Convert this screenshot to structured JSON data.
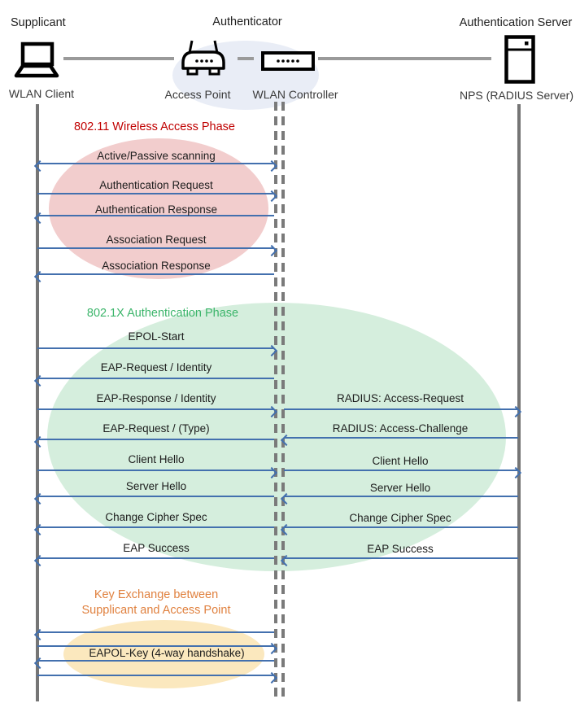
{
  "actors": {
    "supplicant": {
      "role": "Supplicant",
      "device": "WLAN Client"
    },
    "authenticator": {
      "role": "Authenticator",
      "ap": "Access Point",
      "controller": "WLAN Controller"
    },
    "auth_server": {
      "role": "Authentication Server",
      "device": "NPS (RADIUS Server)"
    }
  },
  "phases": {
    "p80211": {
      "title": "802.11 Wireless Access Phase",
      "title_color": "#C00000",
      "fill": "#F2CDCD"
    },
    "p8021x": {
      "title": "802.1X Authentication Phase",
      "title_color": "#3BB56A",
      "fill": "#D5EEDD"
    },
    "key_exchange": {
      "title_line1": "Key Exchange between",
      "title_line2": "Supplicant and Access Point",
      "title_color": "#E0813F",
      "fill": "#FBE8BE",
      "key_label": "EAPOL-Key (4-way handshake)"
    }
  },
  "messages": {
    "client_to_controller": [
      {
        "label": "Active/Passive scanning",
        "direction": "both"
      },
      {
        "label": "Authentication Request",
        "direction": "right"
      },
      {
        "label": "Authentication Response",
        "direction": "left"
      },
      {
        "label": "Association Request",
        "direction": "right"
      },
      {
        "label": "Association Response",
        "direction": "left"
      },
      {
        "label": "EPOL-Start",
        "direction": "right"
      },
      {
        "label": "EAP-Request / Identity",
        "direction": "left"
      },
      {
        "label": "EAP-Response / Identity",
        "direction": "right"
      },
      {
        "label": "EAP-Request / (Type)",
        "direction": "left"
      },
      {
        "label": "Client Hello",
        "direction": "right"
      },
      {
        "label": "Server Hello",
        "direction": "left"
      },
      {
        "label": "Change Cipher Spec",
        "direction": "left"
      },
      {
        "label": "EAP Success",
        "direction": "left"
      }
    ],
    "controller_to_server": [
      {
        "label": "RADIUS: Access-Request",
        "direction": "right"
      },
      {
        "label": "RADIUS: Access-Challenge",
        "direction": "left"
      },
      {
        "label": "Client Hello",
        "direction": "right"
      },
      {
        "label": "Server Hello",
        "direction": "left"
      },
      {
        "label": "Change Cipher Spec",
        "direction": "left"
      },
      {
        "label": "EAP Success",
        "direction": "left"
      }
    ],
    "key_exchange_arrow_directions": [
      "left",
      "right",
      "left",
      "right"
    ]
  },
  "colors": {
    "arrow": "#4370AE",
    "lifeline": "#757575",
    "connector": "#9A9A9A",
    "authenticator_halo": "#E9EDF6"
  }
}
